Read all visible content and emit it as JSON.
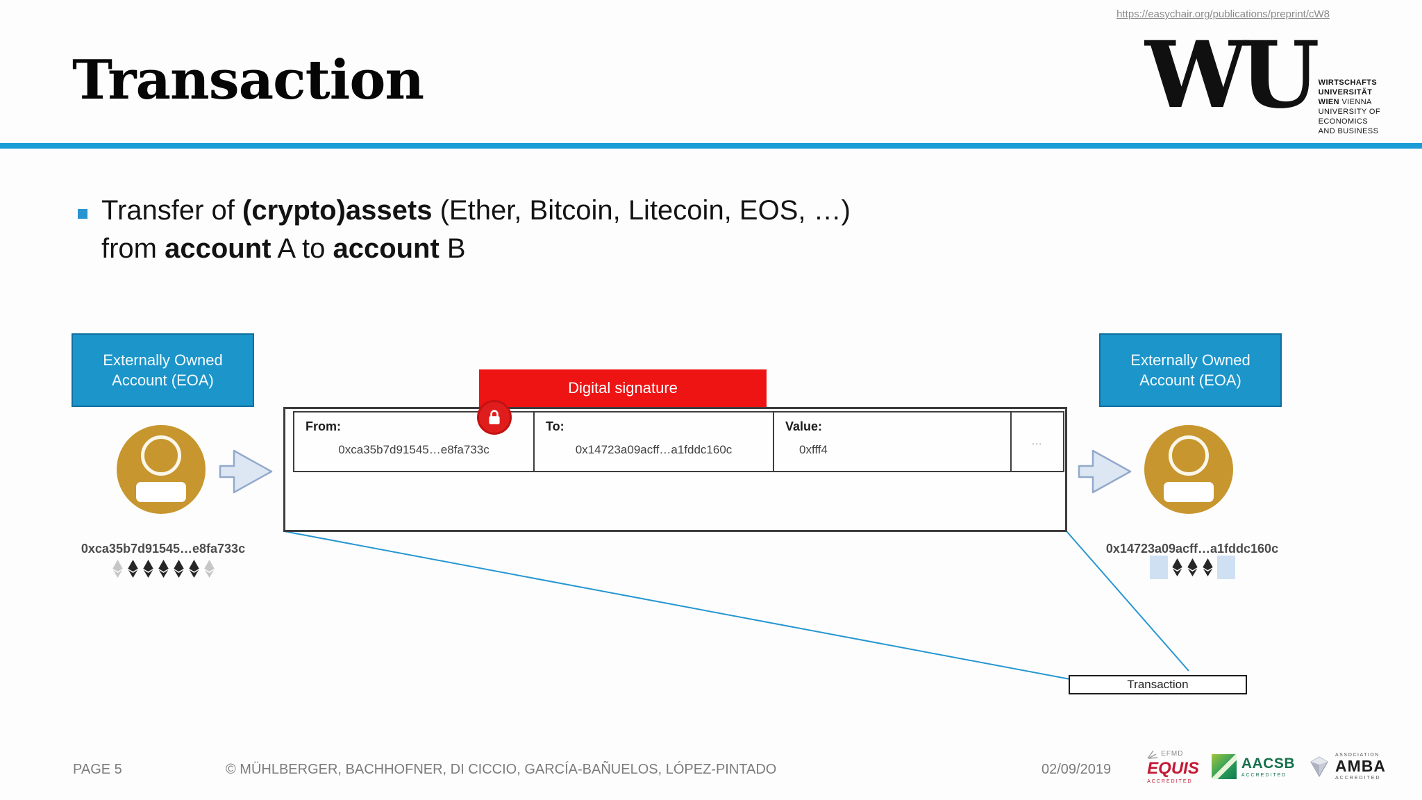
{
  "header": {
    "url": "https://easychair.org/publications/preprint/cW8",
    "title": "Transaction",
    "logo": {
      "monogram": "WU",
      "line1": "WIRTSCHAFTS",
      "line2": "UNIVERSITÄT",
      "line3_bold": "WIEN",
      "line3_rest": " VIENNA",
      "line4": "UNIVERSITY OF",
      "line5": "ECONOMICS",
      "line6": "AND BUSINESS"
    },
    "accent_color": "#1b9cd6"
  },
  "bullet": {
    "pre": "Transfer of ",
    "bold1": "(crypto)assets",
    "mid": " (Ether, Bitcoin, Litecoin, EOS, …)",
    "line2_pre": "from ",
    "bold2": "account",
    "line2_mid": " A to ",
    "bold3": "account",
    "line2_post": " B",
    "marker_color": "#2795d0"
  },
  "diagram": {
    "sender": {
      "box_label_line1": "Externally Owned",
      "box_label_line2": "Account (EOA)",
      "address": "0xca35b7d91545…e8fa733c",
      "icons": [
        "light",
        "dark",
        "dark",
        "dark",
        "dark",
        "dark",
        "light"
      ]
    },
    "receiver": {
      "box_label_line1": "Externally Owned",
      "box_label_line2": "Account (EOA)",
      "address": "0x14723a09acff…a1fddc160c",
      "icons": [
        "square",
        "dark",
        "dark",
        "dark",
        "square"
      ]
    },
    "signature_label": "Digital signature",
    "signature_color": "#ee1414",
    "eoa_box_color": "#1b95ca",
    "avatar_color": "#c8962e",
    "connector_color": "#2596d1",
    "tx_table": {
      "columns": [
        {
          "label": "From:",
          "value": "0xca35b7d91545…e8fa733c"
        },
        {
          "label": "To:",
          "value": "0x14723a09acff…a1fddc160c"
        },
        {
          "label": "Value:",
          "value": "0xfff4"
        },
        {
          "label": "",
          "value": "…"
        }
      ]
    },
    "transaction_label": "Transaction"
  },
  "footer": {
    "page": "PAGE 5",
    "copyright": "© MÜHLBERGER, BACHHOFNER, DI CICCIO, GARCÍA-BAÑUELOS, LÓPEZ-PINTADO",
    "date": "02/09/2019",
    "logos": {
      "equis_top": "EFMD",
      "equis_main": "EQUIS",
      "equis_sub": "ACCREDITED",
      "aacsb_main": "AACSB",
      "aacsb_sub": "ACCREDITED",
      "amba_top": "ASSOCIATION",
      "amba_main": "AMBA",
      "amba_sub": "ACCREDITED"
    }
  }
}
